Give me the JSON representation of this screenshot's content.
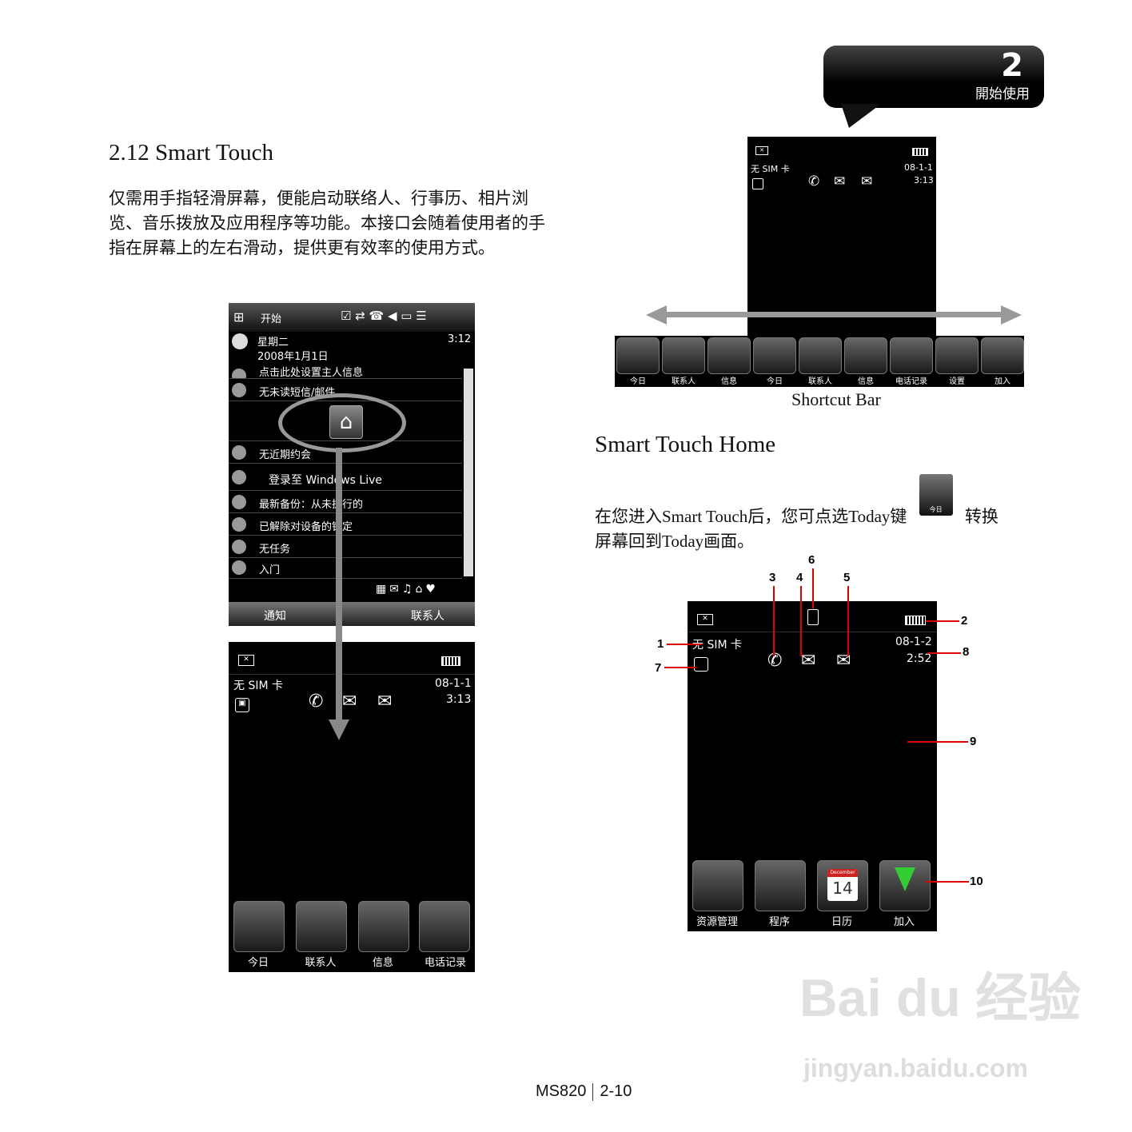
{
  "badge": {
    "number": "2",
    "label": "開始使用"
  },
  "section": {
    "title": "2.12  Smart Touch",
    "paragraph": "仅需用手指轻滑屏幕，便能启动联络人、行事历、相片浏览、音乐拨放及应用程序等功能。本接口会随着使用者的手指在屏幕上的左右滑动，提供更有效率的使用方式。"
  },
  "today_screen": {
    "start": "开始",
    "weekday": "星期二",
    "date": "2008年1月1日",
    "time": "3:12",
    "items": [
      "点击此处设置主人信息",
      "无未读短信/邮件",
      "无近期约会",
      "登录至 Windows Live",
      "最新备份：从未执行的",
      "已解除对设备的锁定",
      "无任务",
      "入门"
    ],
    "softkey_left": "通知",
    "softkey_right": "联系人"
  },
  "smart_touch_screen_1": {
    "sim": "无 SIM 卡",
    "date": "08-1-1",
    "time": "3:13",
    "tiles": [
      "今日",
      "联系人",
      "信息",
      "电话记录"
    ]
  },
  "shortcut_screen": {
    "sim": "无 SIM 卡",
    "date": "08-1-1",
    "time": "3:13",
    "bar": [
      "今日",
      "联系人",
      "信息",
      "今日",
      "联系人",
      "信息",
      "电话记录",
      "设置",
      "加入"
    ],
    "caption": "Shortcut Bar"
  },
  "home": {
    "title": "Smart Touch Home",
    "para_a": "在您进入Smart Touch后，您可点选Today键",
    "today_icon_label": "今日",
    "para_b": "转换",
    "para_c": "屏幕回到Today画面。"
  },
  "home_screen": {
    "sim": "无 SIM 卡",
    "date": "08-1-2",
    "time": "2:52",
    "tiles": [
      "资源管理",
      "程序",
      "日历",
      "加入"
    ],
    "calendar_day": "14",
    "calendar_month": "December",
    "callouts": [
      "1",
      "2",
      "3",
      "4",
      "5",
      "6",
      "7",
      "8",
      "9",
      "10"
    ]
  },
  "footer": {
    "model": "MS820",
    "page": "2-10"
  },
  "watermark": {
    "brand": "Bai du 经验",
    "url": "jingyan.baidu.com"
  }
}
